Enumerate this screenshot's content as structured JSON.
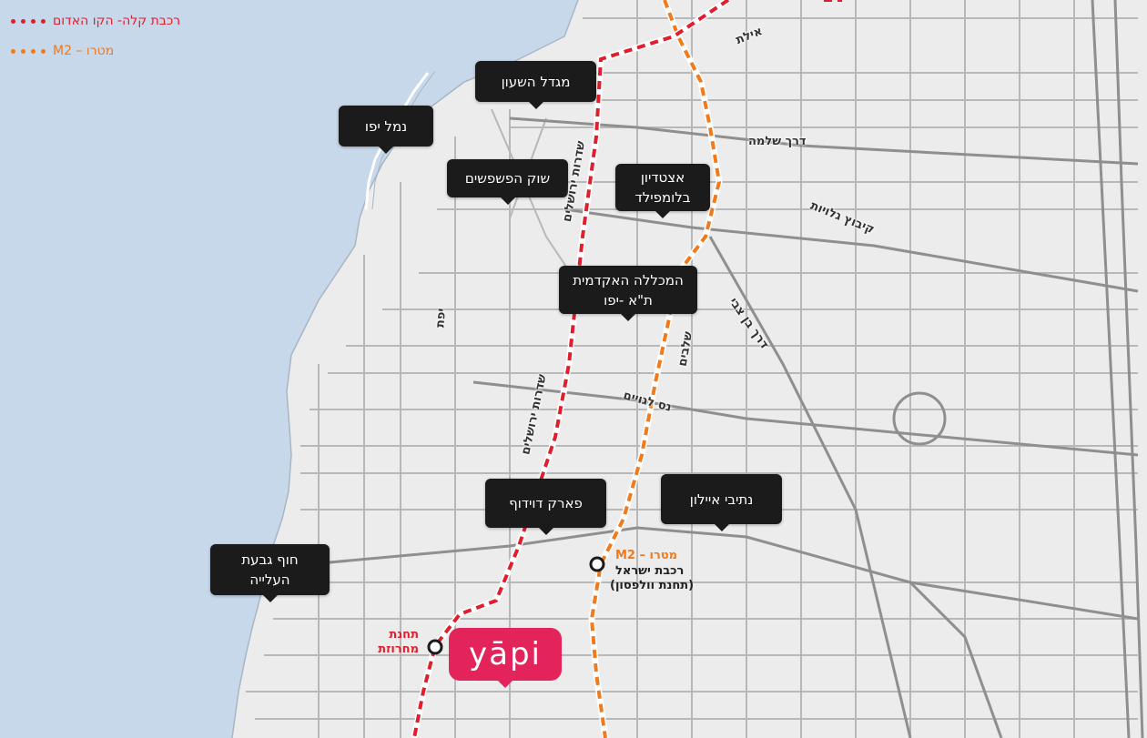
{
  "legend": {
    "red_line": "רכבת קלה- הקו האדום",
    "m2": "מטרו – M2",
    "red_color": "#e01e2d",
    "orange_color": "#f07a1c"
  },
  "callouts": {
    "clock_tower": "מגדל השעון",
    "jaffa_port": "נמל יפו",
    "flea_market": "שוק הפשפשים",
    "bloomfield": "אצטדיון בלומפילד",
    "academic_college": "המכללה האקדמית ת\"א -יפו",
    "dudof_park": "פארק דוידוף",
    "ayalon": "נתיבי איילון",
    "givat_aliya": "חוף גבעת העלייה"
  },
  "stations": {
    "mahrozet": "תחנת מחרוזת",
    "wolfson_m2": "מטרו – M2",
    "wolfson_rail": "רכבת ישראל",
    "wolfson_sub": "(תחנת וולפסון)"
  },
  "streets": {
    "eilat": "אילת",
    "derech_shlomo": "דרך שלמה",
    "kibbutz_galuyot": "קיבוץ גלויות",
    "derech_ben_zvi": "דרך בן צבי",
    "jerusalem_ave_north": "שדרות ירושלים",
    "jerusalem_ave_south": "שדרות ירושלים",
    "yefet": "יפת",
    "shalavim": "שלבים",
    "nes_laguyim": "נס לגויים"
  },
  "brand": {
    "yapi": "yāpi",
    "color": "#e3245a"
  },
  "colors": {
    "sea": "#c6d8ea",
    "land": "#ececec",
    "road": "#ffffff",
    "road_edge": "#b3b3b3"
  }
}
